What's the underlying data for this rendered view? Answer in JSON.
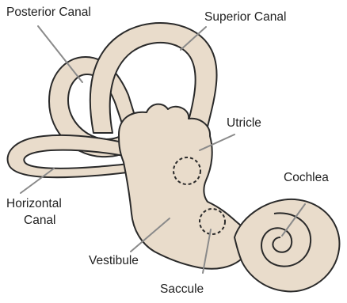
{
  "labels": {
    "posterior_canal": "Posterior Canal",
    "superior_canal": "Superior Canal",
    "utricle": "Utricle",
    "cochlea": "Cochlea",
    "horizontal_canal_line1": "Horizontal",
    "horizontal_canal_line2": "Canal",
    "vestibule": "Vestibule",
    "saccule": "Saccule"
  },
  "colors": {
    "tissue_fill": "#e9dccb",
    "outline": "#2a2a2a",
    "leader_line": "#8a8a8a",
    "text": "#222222"
  }
}
